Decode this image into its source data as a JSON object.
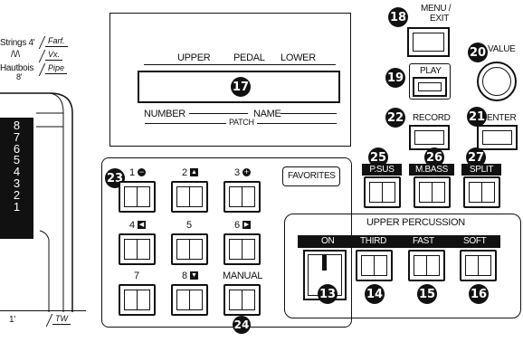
{
  "display": {
    "upper_label": "UPPER",
    "pedal_label": "PEDAL",
    "lower_label": "LOWER",
    "number_label": "NUMBER",
    "name_label": "NAME",
    "patch_label": "PATCH",
    "callout": "17"
  },
  "menu": {
    "label_line1": "MENU /",
    "label_line2": "EXIT",
    "callout": "18"
  },
  "play": {
    "label": "PLAY",
    "callout": "19"
  },
  "value": {
    "label": "VALUE",
    "callout": "20"
  },
  "enter": {
    "label": "ENTER",
    "callout": "21"
  },
  "record": {
    "label": "RECORD",
    "callout": "22"
  },
  "favorites": {
    "title": "FAVORITES",
    "callout": "23",
    "manual_label": "MANUAL",
    "manual_callout": "24",
    "buttons": [
      "1",
      "2",
      "3",
      "4",
      "5",
      "6",
      "7",
      "8"
    ],
    "arrow_icons": [
      "minus-icon",
      "up-arrow-icon",
      "plus-icon",
      "left-arrow-icon",
      "",
      "right-arrow-icon",
      "",
      "down-arrow-icon"
    ]
  },
  "pedal_buttons": [
    {
      "label": "P.SUS",
      "callout": "25"
    },
    {
      "label": "M.BASS",
      "callout": "26"
    },
    {
      "label": "SPLIT",
      "callout": "27"
    }
  ],
  "percussion": {
    "title": "UPPER PERCUSSION",
    "buttons": [
      {
        "label": "ON",
        "callout": "13"
      },
      {
        "label": "THIRD",
        "callout": "14"
      },
      {
        "label": "FAST",
        "callout": "15"
      },
      {
        "label": "SOFT",
        "callout": "16"
      }
    ]
  },
  "left_panel": {
    "tabs": [
      "Strings 4'",
      "Farf.",
      "Vx.",
      "Hautbois",
      "8'",
      "Pipe",
      "1'",
      "TW"
    ],
    "wave_symbol": "/\\/\\",
    "drawbar_numbers": [
      "8",
      "7",
      "6",
      "5",
      "4",
      "3",
      "2",
      "1"
    ]
  }
}
